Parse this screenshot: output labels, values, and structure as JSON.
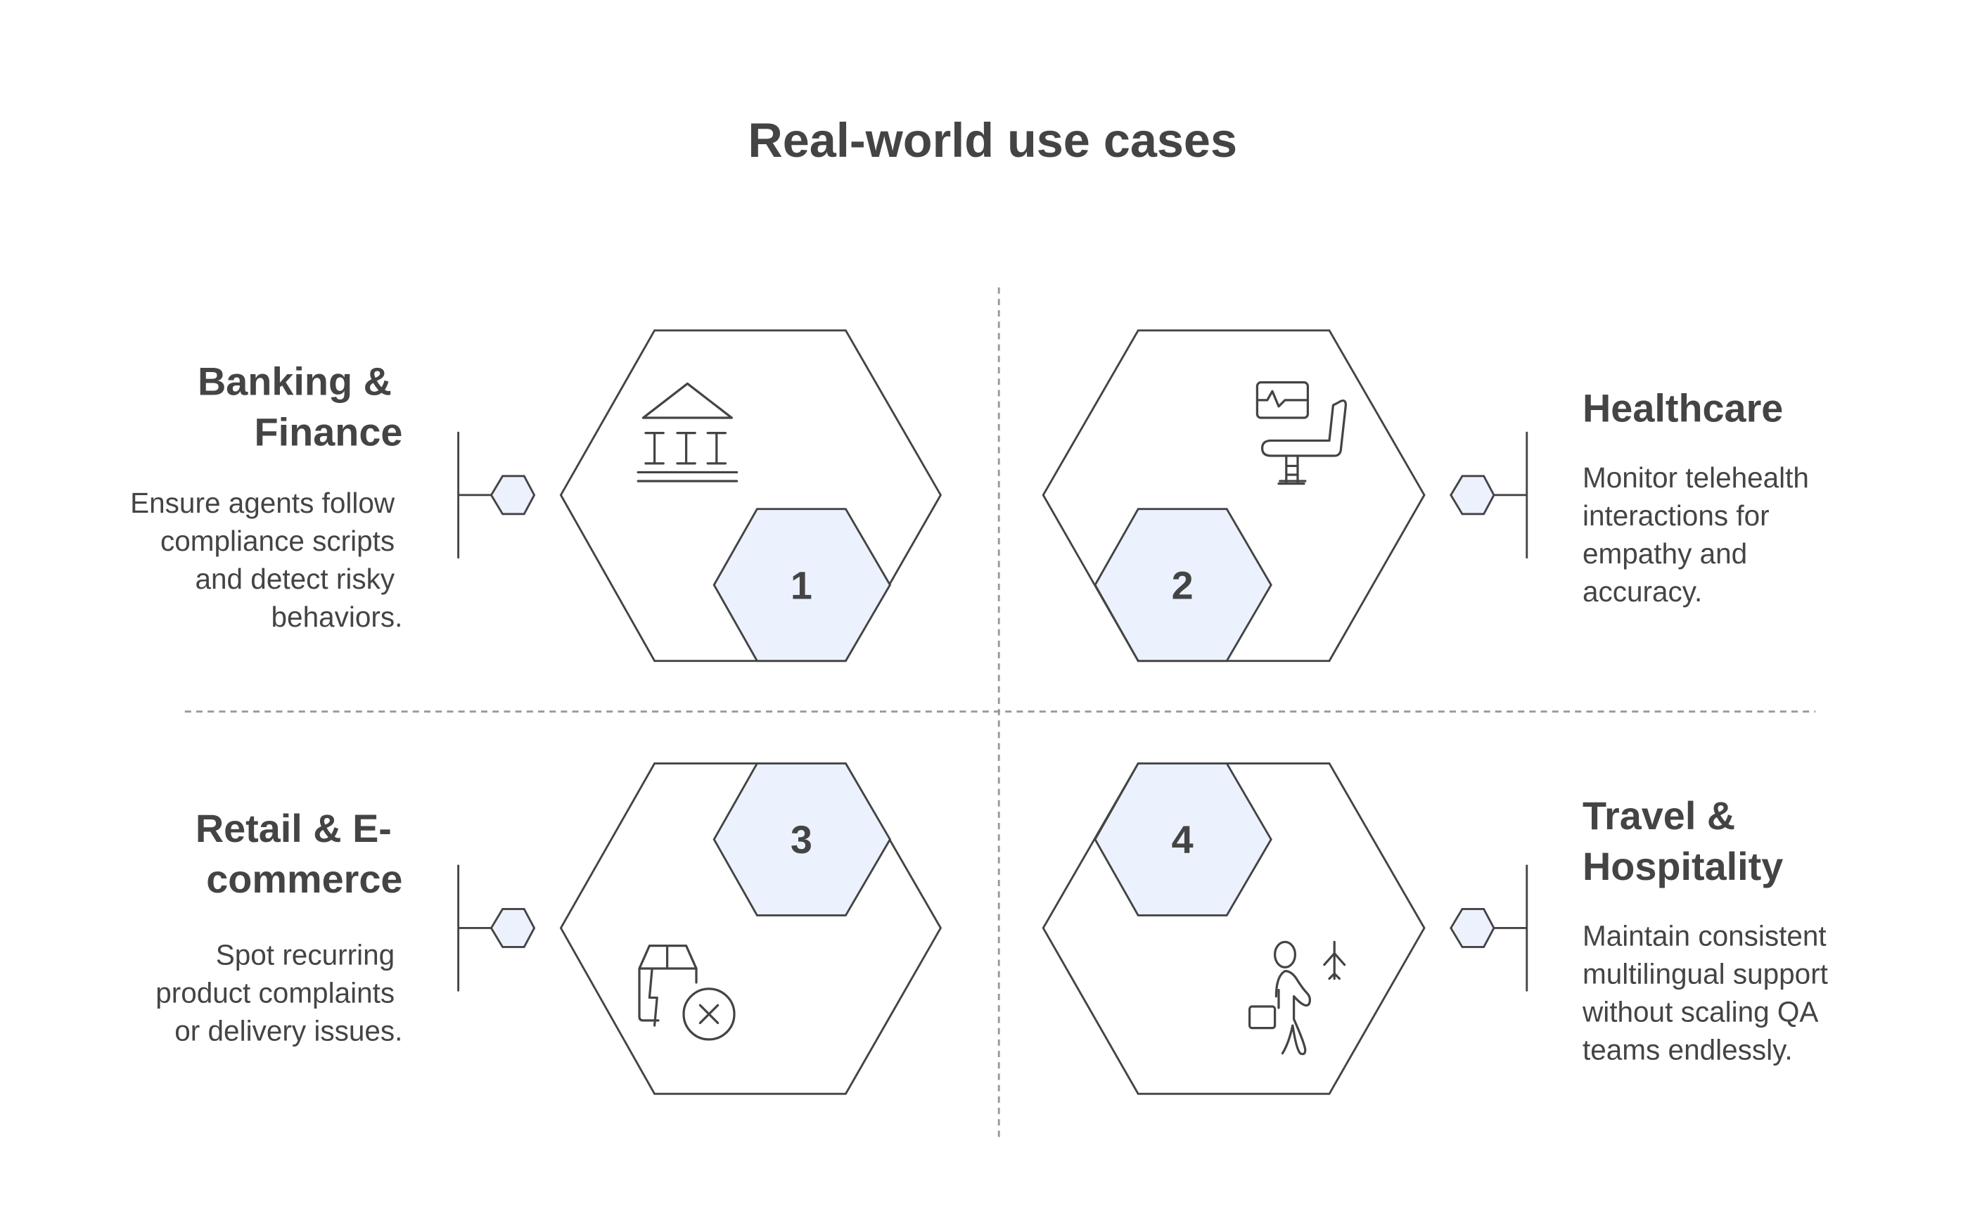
{
  "title": "Real-world use cases",
  "colors": {
    "text": "#444444",
    "hex_fill": "#EBF2FE",
    "divider": "#999999"
  },
  "cases": [
    {
      "number": "1",
      "icon": "bank-icon",
      "title_lines": [
        "Banking &",
        "Finance"
      ],
      "desc_lines": [
        "Ensure agents follow",
        "compliance scripts",
        "and detect risky",
        "behaviors."
      ]
    },
    {
      "number": "2",
      "icon": "medical-chair-monitor-icon",
      "title_lines": [
        "Healthcare"
      ],
      "desc_lines": [
        "Monitor telehealth",
        "interactions for",
        "empathy and",
        "accuracy."
      ]
    },
    {
      "number": "3",
      "icon": "damaged-package-icon",
      "title_lines": [
        "Retail & E-",
        "commerce"
      ],
      "desc_lines": [
        "Spot recurring",
        "product complaints",
        "or delivery issues."
      ]
    },
    {
      "number": "4",
      "icon": "traveler-airplane-icon",
      "title_lines": [
        "Travel &",
        "Hospitality"
      ],
      "desc_lines": [
        "Maintain consistent",
        "multilingual support",
        "without scaling QA",
        "teams endlessly."
      ]
    }
  ]
}
